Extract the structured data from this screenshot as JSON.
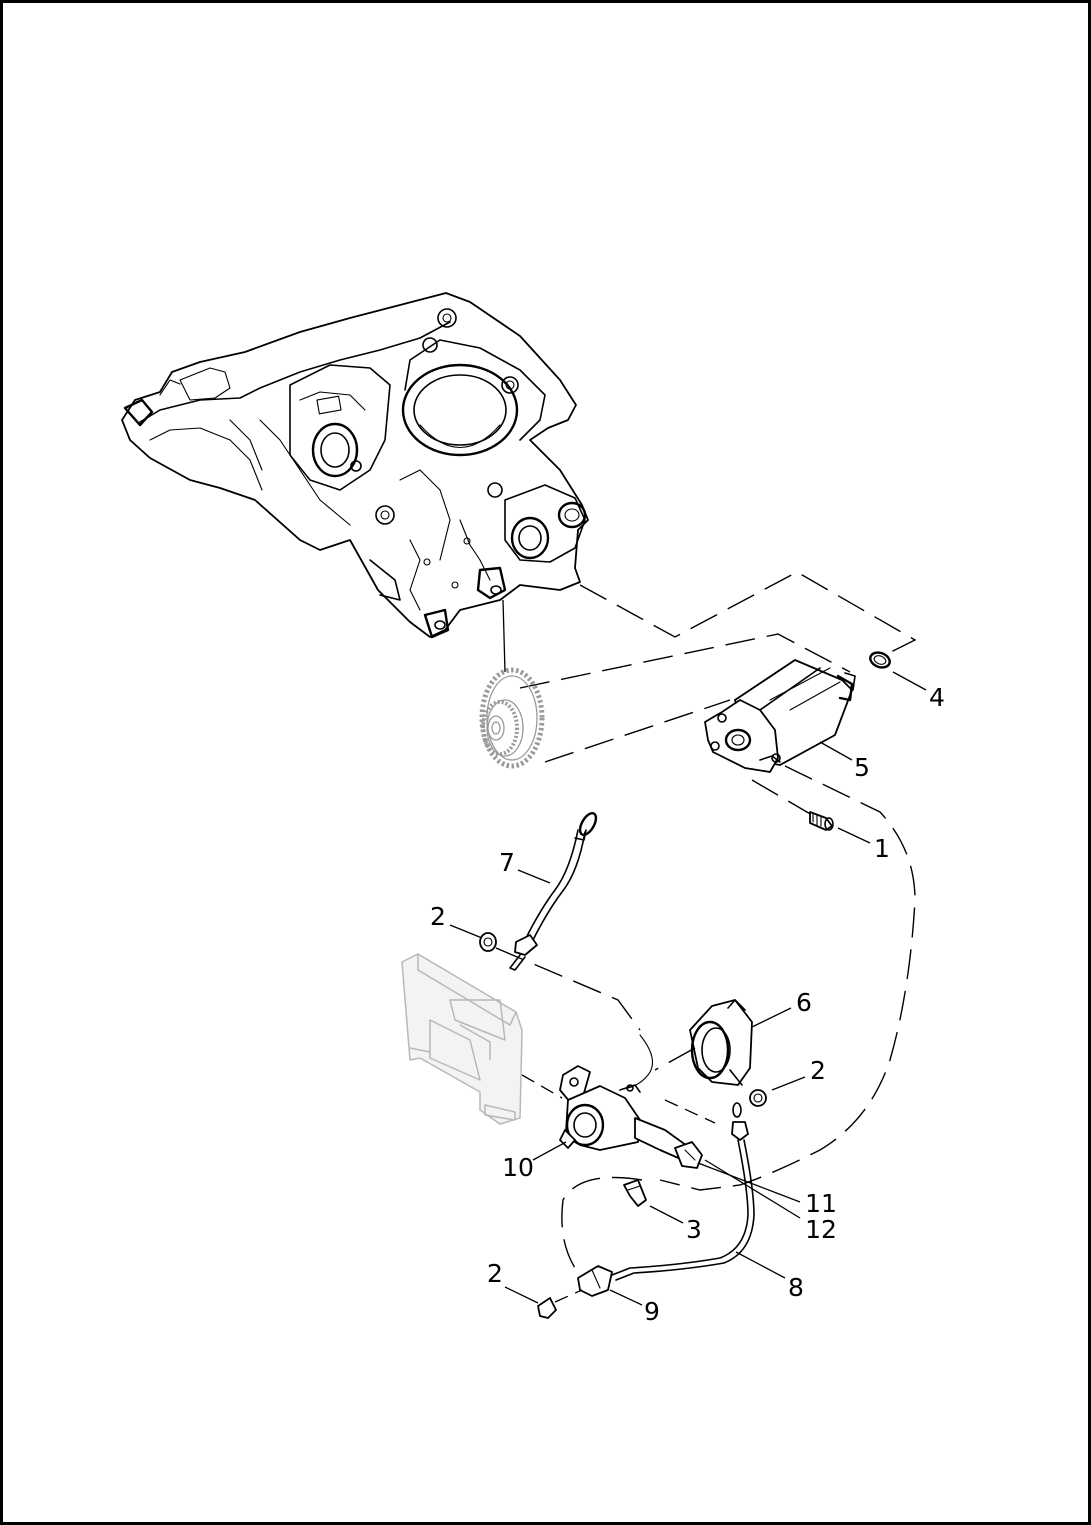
{
  "callouts": [
    {
      "id": "c1",
      "label": "1"
    },
    {
      "id": "c2a",
      "label": "2"
    },
    {
      "id": "c2b",
      "label": "2"
    },
    {
      "id": "c2c",
      "label": "2"
    },
    {
      "id": "c3",
      "label": "3"
    },
    {
      "id": "c4",
      "label": "4"
    },
    {
      "id": "c5",
      "label": "5"
    },
    {
      "id": "c6",
      "label": "6"
    },
    {
      "id": "c7",
      "label": "7"
    },
    {
      "id": "c8",
      "label": "8"
    },
    {
      "id": "c9",
      "label": "9"
    },
    {
      "id": "c10",
      "label": "10"
    },
    {
      "id": "c11",
      "label": "11"
    },
    {
      "id": "c12",
      "label": "12"
    }
  ]
}
